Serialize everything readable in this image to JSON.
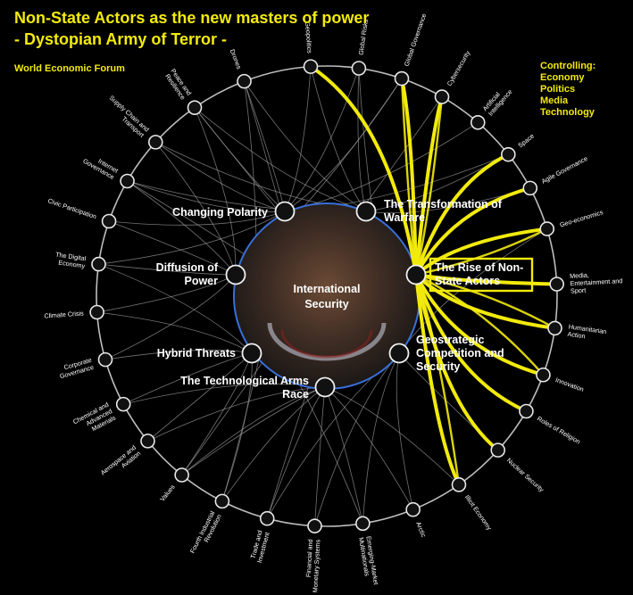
{
  "header": {
    "title_line1": "Non-State Actors as the new masters of power",
    "title_line2": "-  Dystopian Army of Terror -",
    "source": "World Economic Forum"
  },
  "controlling": {
    "heading": "Controlling:",
    "items": [
      "Economy",
      "Politics",
      "Media",
      "Technology"
    ]
  },
  "center": {
    "title_line1": "International",
    "title_line2": "Security"
  },
  "colors": {
    "highlight": "#f2ea0c",
    "ring": "#bdbdbd",
    "inner_ring": "#3a6fd8",
    "background": "#000000",
    "node_fill": "#111111"
  },
  "inner_topics": [
    {
      "id": "polarity",
      "lines": [
        "Changing Polarity"
      ]
    },
    {
      "id": "warfare",
      "lines": [
        "The Transformation of",
        "Warfare"
      ]
    },
    {
      "id": "diffusion",
      "lines": [
        "Diffusion of",
        "Power"
      ]
    },
    {
      "id": "nonstate",
      "lines": [
        "The Rise of Non-",
        "State Actors"
      ],
      "highlighted": true
    },
    {
      "id": "hybrid",
      "lines": [
        "Hybrid Threats"
      ]
    },
    {
      "id": "geostrategic",
      "lines": [
        "Geostrategic",
        "Competition and",
        "Security"
      ]
    },
    {
      "id": "techrace",
      "lines": [
        "The Technological Arms",
        "Race"
      ]
    }
  ],
  "outer_topics": [
    {
      "id": "geopolitics",
      "lines": [
        "Geopolitics"
      ]
    },
    {
      "id": "globalrisks",
      "lines": [
        "Global Risks"
      ]
    },
    {
      "id": "globalgov",
      "lines": [
        "Global Governance"
      ]
    },
    {
      "id": "cyber",
      "lines": [
        "Cybersecurity"
      ]
    },
    {
      "id": "ai",
      "lines": [
        "Artificial",
        "Intelligence"
      ]
    },
    {
      "id": "space",
      "lines": [
        "Space"
      ]
    },
    {
      "id": "agile",
      "lines": [
        "Agile Governance"
      ]
    },
    {
      "id": "geoecon",
      "lines": [
        "Geo-economics"
      ]
    },
    {
      "id": "media",
      "lines": [
        "Media,",
        "Entertainment and",
        "Sport"
      ]
    },
    {
      "id": "humanitarian",
      "lines": [
        "Humanitarian",
        "Action"
      ]
    },
    {
      "id": "innovation",
      "lines": [
        "Innovation"
      ]
    },
    {
      "id": "religion",
      "lines": [
        "Roles of Religion"
      ]
    },
    {
      "id": "nuclear",
      "lines": [
        "Nuclear Security"
      ]
    },
    {
      "id": "illicit",
      "lines": [
        "Illicit Economy"
      ]
    },
    {
      "id": "arctic",
      "lines": [
        "Arctic"
      ]
    },
    {
      "id": "emerging",
      "lines": [
        "Emerging-Market",
        "Multinationals"
      ]
    },
    {
      "id": "financial",
      "lines": [
        "Financial and",
        "Monetary Systems"
      ]
    },
    {
      "id": "trade",
      "lines": [
        "Trade and",
        "Investment"
      ]
    },
    {
      "id": "fourthir",
      "lines": [
        "Fourth Industrial",
        "Revolution"
      ]
    },
    {
      "id": "values",
      "lines": [
        "Values"
      ]
    },
    {
      "id": "aerospace",
      "lines": [
        "Aerospace and",
        "Aviation"
      ]
    },
    {
      "id": "chemical",
      "lines": [
        "Chemical and",
        "Advanced",
        "Materials"
      ]
    },
    {
      "id": "corpgov",
      "lines": [
        "Corporate",
        "Governance"
      ]
    },
    {
      "id": "climate",
      "lines": [
        "Climate Crisis"
      ]
    },
    {
      "id": "digital",
      "lines": [
        "The Digital",
        "Economy"
      ]
    },
    {
      "id": "civic",
      "lines": [
        "Civic Participation"
      ]
    },
    {
      "id": "internet",
      "lines": [
        "Internet",
        "Governance"
      ]
    },
    {
      "id": "supply",
      "lines": [
        "Supply Chain and",
        "Transport"
      ]
    },
    {
      "id": "peace",
      "lines": [
        "Peace and",
        "Resilience"
      ]
    },
    {
      "id": "drones",
      "lines": [
        "Drones"
      ]
    }
  ]
}
